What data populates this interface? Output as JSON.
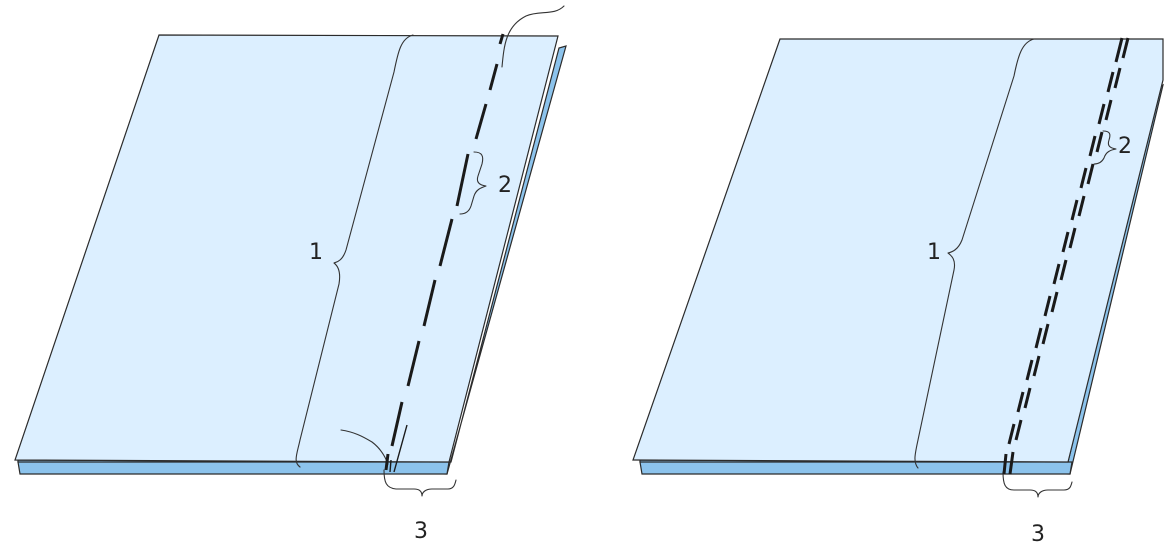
{
  "colors": {
    "fabric_top": "#dcefff",
    "fabric_bottom": "#8cc3ec",
    "outline": "#2b2b2b",
    "seam": "#1a1a1a"
  },
  "left_figure": {
    "labels": {
      "width_brace": "1",
      "stitch_brace": "2",
      "seam_brace": "3"
    }
  },
  "right_figure": {
    "labels": {
      "width_brace": "1",
      "stitch_brace": "2",
      "seam_brace": "3"
    }
  }
}
